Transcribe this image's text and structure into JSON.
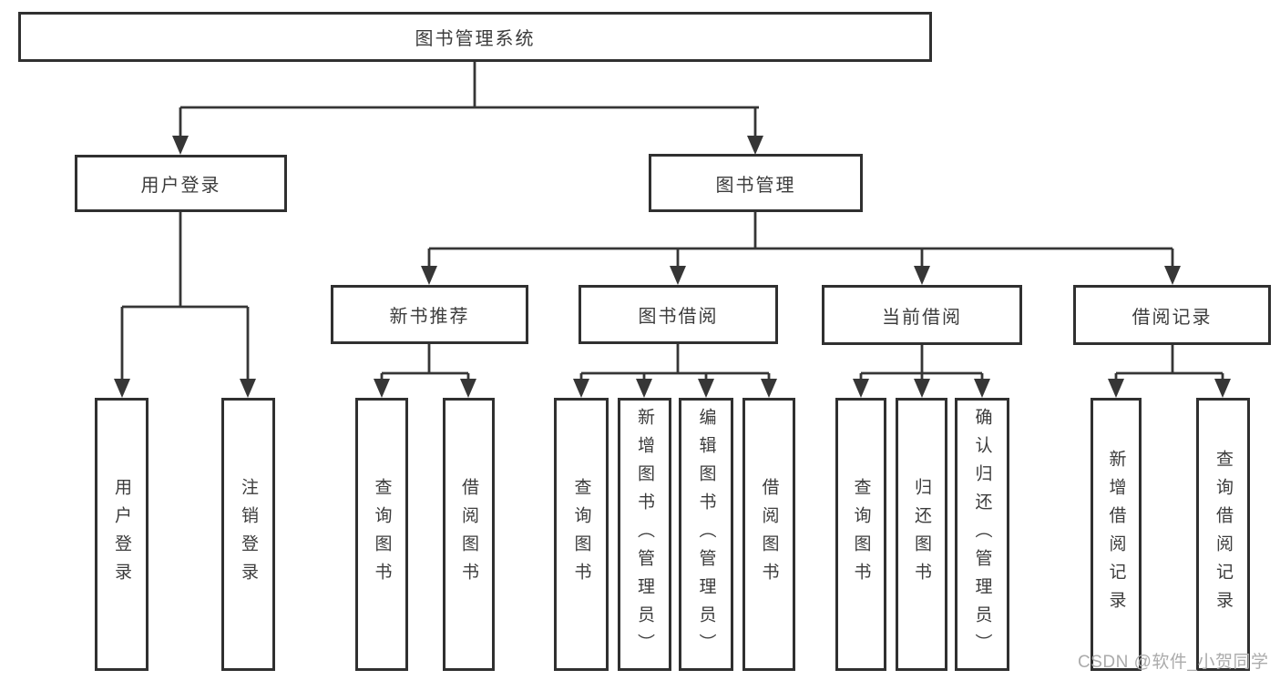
{
  "diagram": {
    "root": {
      "label": "图书管理系统",
      "children": [
        {
          "label": "用户登录",
          "children": [
            {
              "label": "用户登录"
            },
            {
              "label": "注销登录"
            }
          ]
        },
        {
          "label": "图书管理",
          "children": [
            {
              "label": "新书推荐",
              "children": [
                {
                  "label": "查询图书"
                },
                {
                  "label": "借阅图书"
                }
              ]
            },
            {
              "label": "图书借阅",
              "children": [
                {
                  "label": "查询图书"
                },
                {
                  "label": "新增图书（管理员）"
                },
                {
                  "label": "编辑图书（管理员）"
                },
                {
                  "label": "借阅图书"
                }
              ]
            },
            {
              "label": "当前借阅",
              "children": [
                {
                  "label": "查询图书"
                },
                {
                  "label": "归还图书"
                },
                {
                  "label": "确认归还（管理员）"
                }
              ]
            },
            {
              "label": "借阅记录",
              "children": [
                {
                  "label": "新增借阅记录"
                },
                {
                  "label": "查询借阅记录"
                }
              ]
            }
          ]
        }
      ]
    }
  },
  "watermark": {
    "text": "CSDN @软件_小贺同学"
  },
  "colors": {
    "line": "#363636",
    "box_border": "#303030",
    "text": "#3c3c3c",
    "watermark": "#ababab",
    "background": "#ffffff"
  }
}
